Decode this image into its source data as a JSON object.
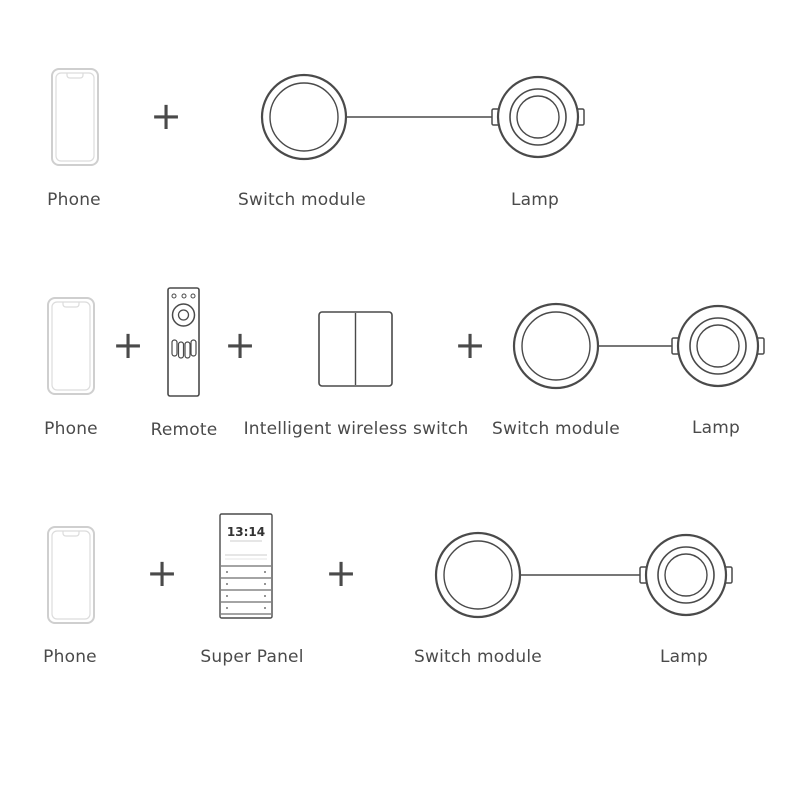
{
  "rows": [
    {
      "id": "row1",
      "labels": {
        "phone": "Phone",
        "switch_module": "Switch module",
        "lamp": "Lamp"
      }
    },
    {
      "id": "row2",
      "labels": {
        "phone": "Phone",
        "remote": "Remote",
        "wireless_switch": "Intelligent wireless switch",
        "switch_module": "Switch module",
        "lamp": "Lamp"
      }
    },
    {
      "id": "row3",
      "labels": {
        "phone": "Phone",
        "super_panel": "Super Panel",
        "switch_module": "Switch module",
        "lamp": "Lamp"
      }
    }
  ],
  "plus_symbol": "+",
  "super_panel_screen": {
    "time": "13:14"
  },
  "colors": {
    "stroke": "#4a4a4a",
    "light_stroke": "#c8c8c8",
    "text": "#4a4a4a"
  }
}
